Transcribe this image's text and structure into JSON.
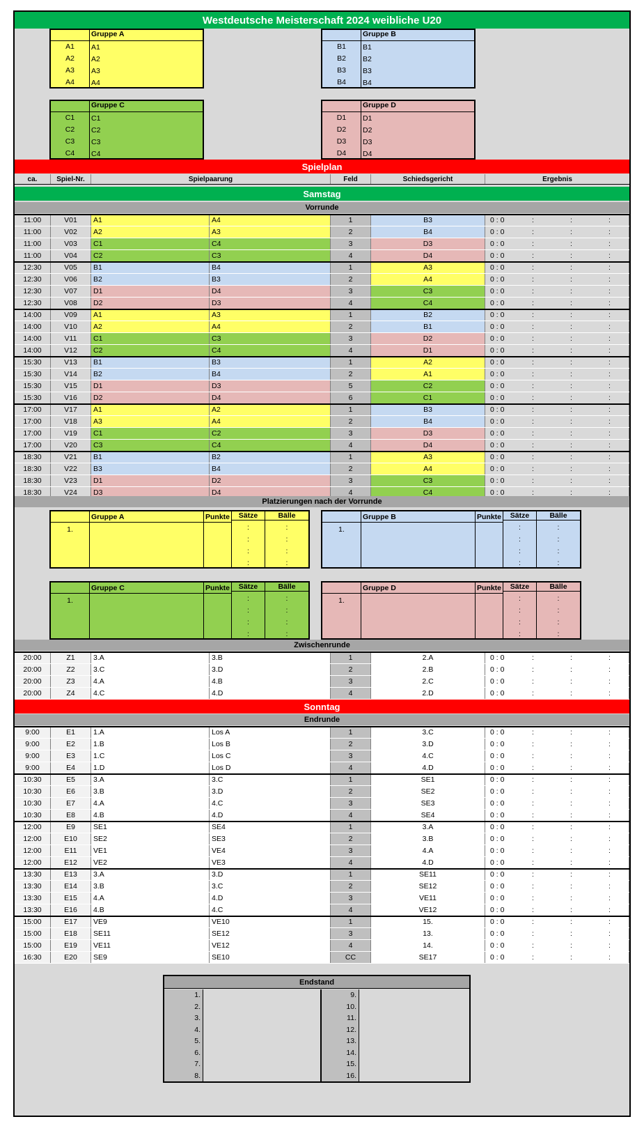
{
  "title": "Westdeutsche Meisterschaft 2024 weibliche U20",
  "groups": [
    {
      "name": "Gruppe A",
      "seeds": [
        "A1",
        "A2",
        "A3",
        "A4"
      ],
      "teams": [
        "A1",
        "A2",
        "A3",
        "A4"
      ],
      "color": "#ffff66"
    },
    {
      "name": "Gruppe B",
      "seeds": [
        "B1",
        "B2",
        "B3",
        "B4"
      ],
      "teams": [
        "B1",
        "B2",
        "B3",
        "B4"
      ],
      "color": "#c5d9f1"
    },
    {
      "name": "Gruppe C",
      "seeds": [
        "C1",
        "C2",
        "C3",
        "C4"
      ],
      "teams": [
        "C1",
        "C2",
        "C3",
        "C4"
      ],
      "color": "#92d050"
    },
    {
      "name": "Gruppe D",
      "seeds": [
        "D1",
        "D2",
        "D3",
        "D4"
      ],
      "teams": [
        "D1",
        "D2",
        "D3",
        "D4"
      ],
      "color": "#e6b8b7"
    }
  ],
  "spielplan": "Spielplan",
  "headers": {
    "time": "ca.",
    "nr": "Spiel-Nr.",
    "pairing": "Spielpaarung",
    "field": "Feld",
    "referee": "Schiedsgericht",
    "result": "Ergebnis"
  },
  "saturday": "Samstag",
  "vorrunde": "Vorrunde",
  "vorrunde_games": [
    [
      "11:00",
      "V01",
      "A1",
      "A4",
      "1",
      "B3",
      "ya",
      "bl"
    ],
    [
      "11:00",
      "V02",
      "A2",
      "A3",
      "2",
      "B4",
      "ya",
      "bl"
    ],
    [
      "11:00",
      "V03",
      "C1",
      "C4",
      "3",
      "D3",
      "gn",
      "pk"
    ],
    [
      "11:00",
      "V04",
      "C2",
      "C3",
      "4",
      "D4",
      "gn",
      "pk"
    ],
    [
      "12:30",
      "V05",
      "B1",
      "B4",
      "1",
      "A3",
      "bl",
      "ya"
    ],
    [
      "12:30",
      "V06",
      "B2",
      "B3",
      "2",
      "A4",
      "bl",
      "ya"
    ],
    [
      "12:30",
      "V07",
      "D1",
      "D4",
      "3",
      "C3",
      "pk",
      "gn"
    ],
    [
      "12:30",
      "V08",
      "D2",
      "D3",
      "4",
      "C4",
      "pk",
      "gn"
    ],
    [
      "14:00",
      "V09",
      "A1",
      "A3",
      "1",
      "B2",
      "ya",
      "bl"
    ],
    [
      "14:00",
      "V10",
      "A2",
      "A4",
      "2",
      "B1",
      "ya",
      "bl"
    ],
    [
      "14:00",
      "V11",
      "C1",
      "C3",
      "3",
      "D2",
      "gn",
      "pk"
    ],
    [
      "14:00",
      "V12",
      "C2",
      "C4",
      "4",
      "D1",
      "gn",
      "pk"
    ],
    [
      "15:30",
      "V13",
      "B1",
      "B3",
      "1",
      "A2",
      "bl",
      "ya"
    ],
    [
      "15:30",
      "V14",
      "B2",
      "B4",
      "2",
      "A1",
      "bl",
      "ya"
    ],
    [
      "15:30",
      "V15",
      "D1",
      "D3",
      "5",
      "C2",
      "pk",
      "gn"
    ],
    [
      "15:30",
      "V16",
      "D2",
      "D4",
      "6",
      "C1",
      "pk",
      "gn"
    ],
    [
      "17:00",
      "V17",
      "A1",
      "A2",
      "1",
      "B3",
      "ya",
      "bl"
    ],
    [
      "17:00",
      "V18",
      "A3",
      "A4",
      "2",
      "B4",
      "ya",
      "bl"
    ],
    [
      "17:00",
      "V19",
      "C1",
      "C2",
      "3",
      "D3",
      "gn",
      "pk"
    ],
    [
      "17:00",
      "V20",
      "C3",
      "C4",
      "4",
      "D4",
      "gn",
      "pk"
    ],
    [
      "18:30",
      "V21",
      "B1",
      "B2",
      "1",
      "A3",
      "bl",
      "ya"
    ],
    [
      "18:30",
      "V22",
      "B3",
      "B4",
      "2",
      "A4",
      "bl",
      "ya"
    ],
    [
      "18:30",
      "V23",
      "D1",
      "D2",
      "3",
      "C3",
      "pk",
      "gn"
    ],
    [
      "18:30",
      "V24",
      "D3",
      "D4",
      "4",
      "C4",
      "pk",
      "gn"
    ]
  ],
  "score": "0 : 0",
  "colon": ":",
  "platz_title": "Platzierungen nach der Vorrunde",
  "platz_headers": {
    "points": "Punkte",
    "sets": "Sätze",
    "balls": "Bälle"
  },
  "first_place": "1.",
  "zwischenrunde": "Zwischenrunde",
  "zwischen_games": [
    [
      "20:00",
      "Z1",
      "3.A",
      "3.B",
      "1",
      "2.A"
    ],
    [
      "20:00",
      "Z2",
      "3.C",
      "3.D",
      "2",
      "2.B"
    ],
    [
      "20:00",
      "Z3",
      "4.A",
      "4.B",
      "3",
      "2.C"
    ],
    [
      "20:00",
      "Z4",
      "4.C",
      "4.D",
      "4",
      "2.D"
    ]
  ],
  "sunday": "Sonntag",
  "endrunde": "Endrunde",
  "end_games": [
    [
      "9:00",
      "E1",
      "1.A",
      "Los A",
      "1",
      "3.C"
    ],
    [
      "9:00",
      "E2",
      "1.B",
      "Los B",
      "2",
      "3.D"
    ],
    [
      "9:00",
      "E3",
      "1.C",
      "Los C",
      "3",
      "4.C"
    ],
    [
      "9:00",
      "E4",
      "1.D",
      "Los D",
      "4",
      "4.D"
    ],
    [
      "10:30",
      "E5",
      "3.A",
      "3.C",
      "1",
      "SE1"
    ],
    [
      "10:30",
      "E6",
      "3.B",
      "3.D",
      "2",
      "SE2"
    ],
    [
      "10:30",
      "E7",
      "4.A",
      "4.C",
      "3",
      "SE3"
    ],
    [
      "10:30",
      "E8",
      "4.B",
      "4.D",
      "4",
      "SE4"
    ],
    [
      "12:00",
      "E9",
      "SE1",
      "SE4",
      "1",
      "3.A"
    ],
    [
      "12:00",
      "E10",
      "SE2",
      "SE3",
      "2",
      "3.B"
    ],
    [
      "12:00",
      "E11",
      "VE1",
      "VE4",
      "3",
      "4.A"
    ],
    [
      "12:00",
      "E12",
      "VE2",
      "VE3",
      "4",
      "4.D"
    ],
    [
      "13:30",
      "E13",
      "3.A",
      "3.D",
      "1",
      "SE11"
    ],
    [
      "13:30",
      "E14",
      "3.B",
      "3.C",
      "2",
      "SE12"
    ],
    [
      "13:30",
      "E15",
      "4.A",
      "4.D",
      "3",
      "VE11"
    ],
    [
      "13:30",
      "E16",
      "4.B",
      "4.C",
      "4",
      "VE12"
    ],
    [
      "15:00",
      "E17",
      "VE9",
      "VE10",
      "1",
      "15."
    ],
    [
      "15:00",
      "E18",
      "SE11",
      "SE12",
      "3",
      "13."
    ],
    [
      "15:00",
      "E19",
      "VE11",
      "VE12",
      "4",
      "14."
    ],
    [
      "16:30",
      "E20",
      "SE9",
      "SE10",
      "CC",
      "SE17"
    ]
  ],
  "endstand": "Endstand",
  "ranks_left": [
    "1.",
    "2.",
    "3.",
    "4.",
    "5.",
    "6.",
    "7.",
    "8."
  ],
  "ranks_right": [
    "9.",
    "10.",
    "11.",
    "12.",
    "13.",
    "14.",
    "15.",
    "16."
  ]
}
